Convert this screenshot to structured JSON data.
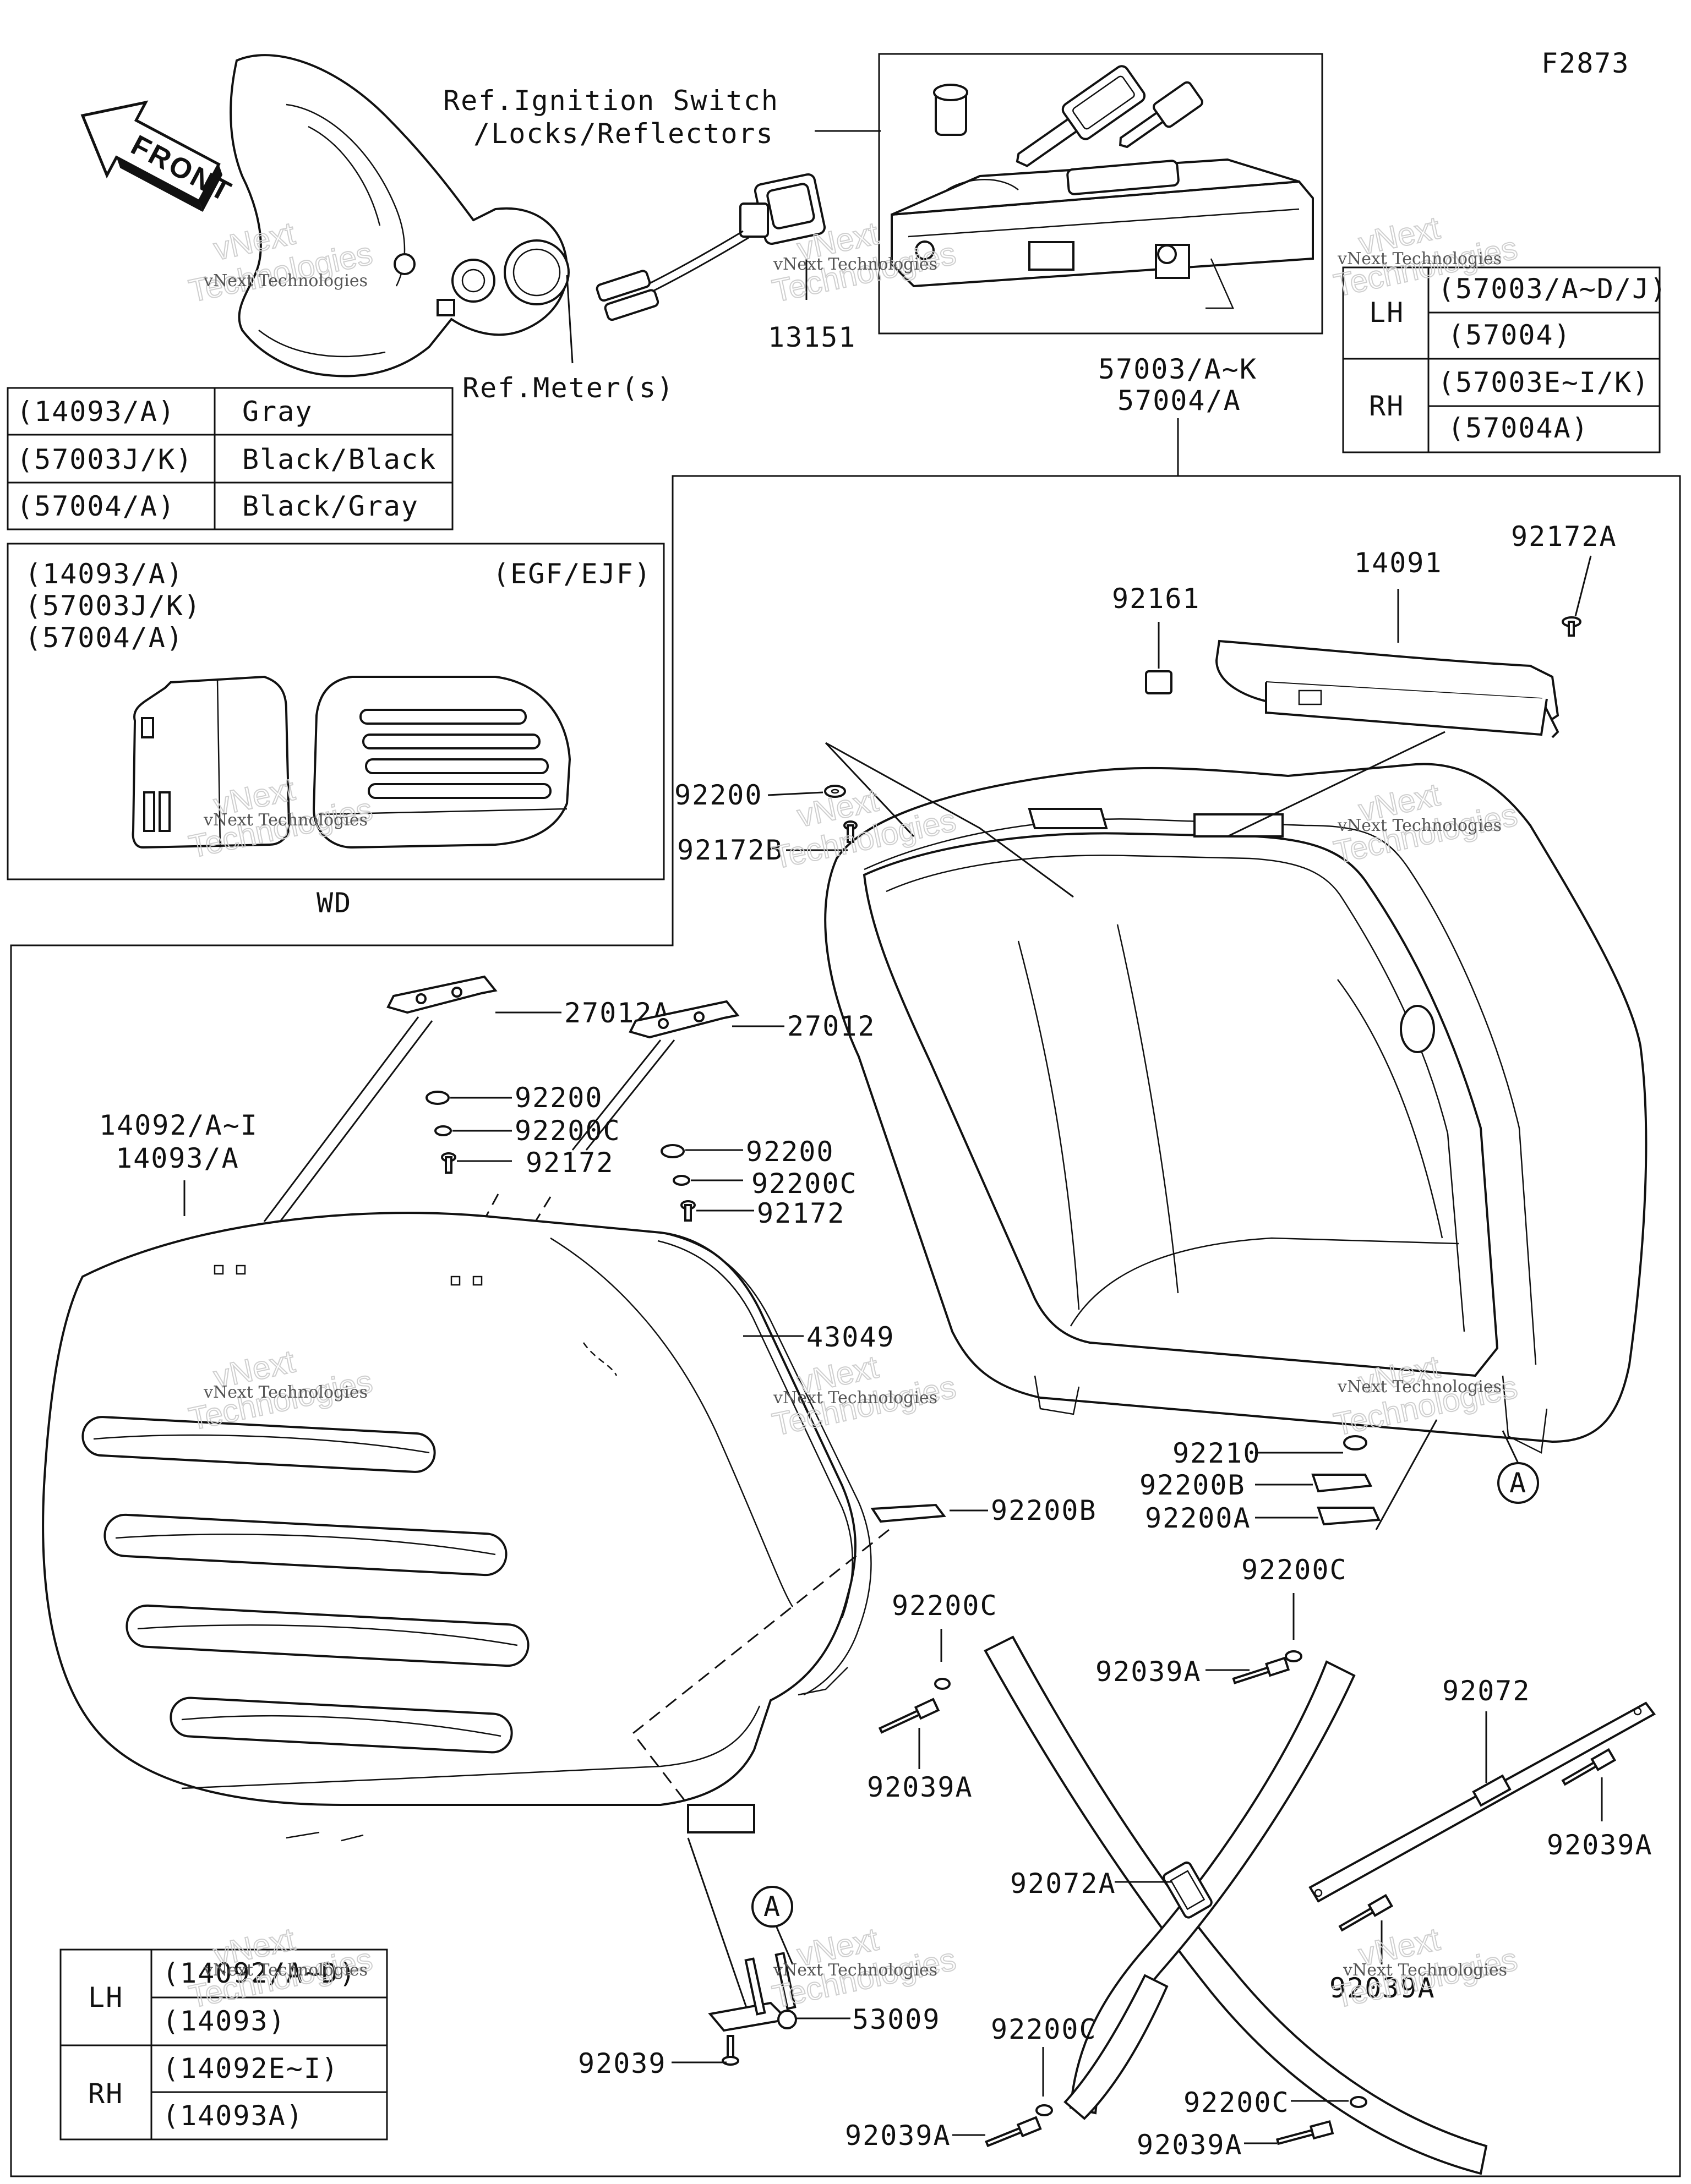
{
  "diagram_id": "F2873",
  "front_label": "FRONT",
  "refs": {
    "ignition_line1": "Ref.Ignition Switch",
    "ignition_line2": "/Locks/Reflectors",
    "meter": "Ref.Meter(s)"
  },
  "color_table": [
    {
      "part": "(14093/A)",
      "color": "Gray"
    },
    {
      "part": "(57003J/K)",
      "color": "Black/Black"
    },
    {
      "part": "(57004/A)",
      "color": "Black/Gray"
    }
  ],
  "variant_box": {
    "parts": [
      "(14093/A)",
      "(57003J/K)",
      "(57004/A)"
    ],
    "market": "(EGF/EJF)",
    "caption": "WD"
  },
  "top_side_table": [
    {
      "side": "LH",
      "values": [
        "(57003/A~D/J)",
        "(57004)"
      ]
    },
    {
      "side": "RH",
      "values": [
        "(57003E~I/K)",
        "(57004A)"
      ]
    }
  ],
  "bottom_side_table": [
    {
      "side": "LH",
      "values": [
        "(14092/A~D)",
        "(14093)"
      ]
    },
    {
      "side": "RH",
      "values": [
        "(14092E~I)",
        "(14093A)"
      ]
    }
  ],
  "assembly_label": {
    "line1": "57003/A~K",
    "line2": "57004/A"
  },
  "lid_label": {
    "line1": "14092/A~I",
    "line2": "14093/A"
  },
  "parts": {
    "p13151": "13151",
    "p14091": "14091",
    "p92172A": "92172A",
    "p92161": "92161",
    "p92200": "92200",
    "p92172B": "92172B",
    "p27012A": "27012A",
    "p27012": "27012",
    "p92200C": "92200C",
    "p92172": "92172",
    "p43049": "43049",
    "p92210": "92210",
    "p92200B": "92200B",
    "p92200A": "92200A",
    "p92039A": "92039A",
    "p92072": "92072",
    "p92072A": "92072A",
    "p53009": "53009",
    "p92039": "92039",
    "ref_a": "A"
  },
  "watermark": {
    "company": "vNext Technologies",
    "logo_line1": "vNext",
    "logo_line2": "Technologies"
  }
}
